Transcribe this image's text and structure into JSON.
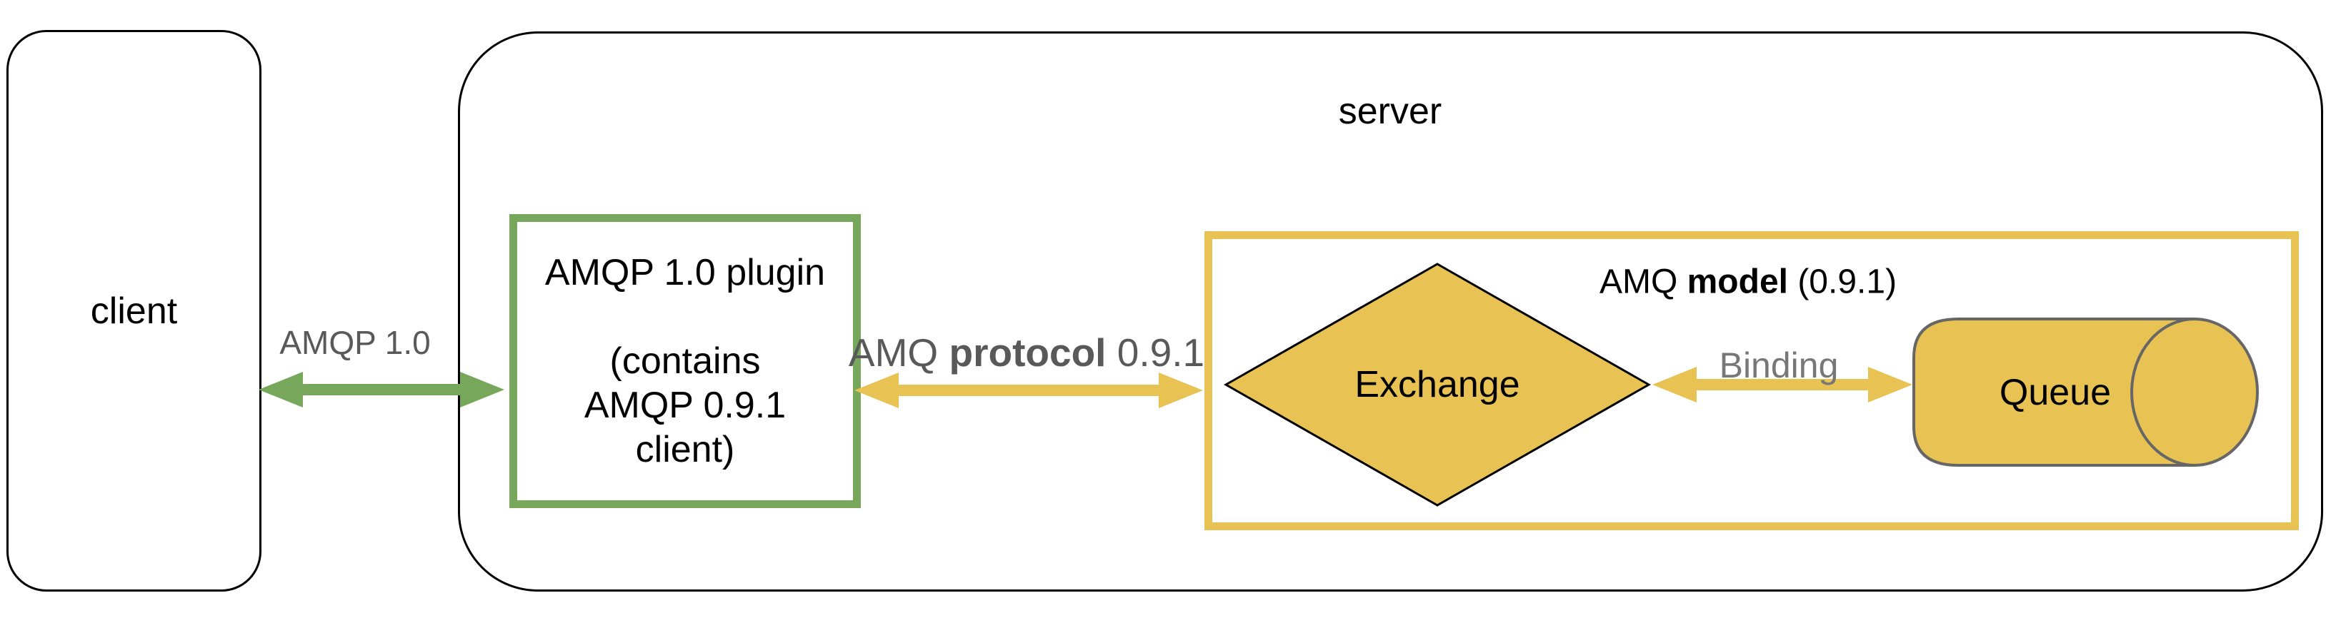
{
  "colors": {
    "bg": "#ffffff",
    "stroke": "#000000",
    "green": "#76A75B",
    "yellow": "#E8C253",
    "gray_text": "#595959",
    "binding_gray": "#777777",
    "queue_stroke": "#666666"
  },
  "client": {
    "label": "client"
  },
  "server": {
    "label": "server"
  },
  "plugin_box": {
    "title": "AMQP 1.0 plugin",
    "sub1": "(contains",
    "sub2": "AMQP 0.9.1",
    "sub3": "client)"
  },
  "links": {
    "amqp10_label": "AMQP 1.0",
    "protocol_pre": "AMQ ",
    "protocol_bold": "protocol",
    "protocol_post": " 0.9.1",
    "binding_label": "Binding"
  },
  "model_box": {
    "pre": "AMQ ",
    "bold": "model",
    "post": " (0.9.1)"
  },
  "exchange": {
    "label": "Exchange"
  },
  "queue": {
    "label": "Queue"
  }
}
